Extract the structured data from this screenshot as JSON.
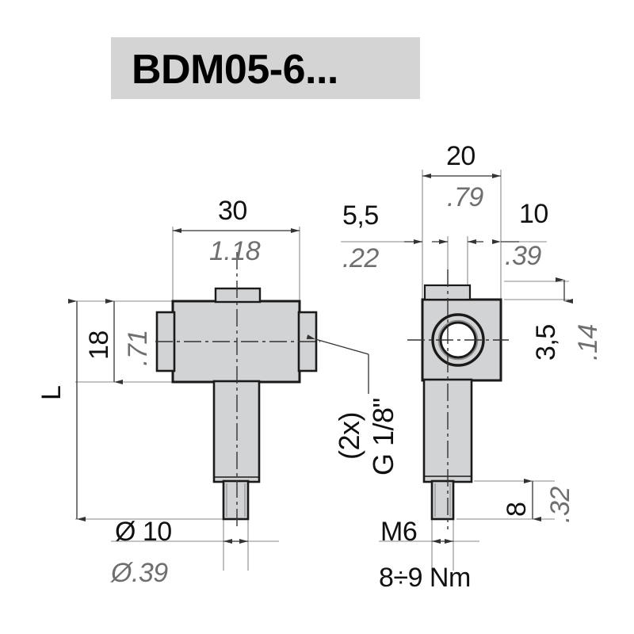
{
  "header": {
    "title": "BDM05-6..."
  },
  "drawing": {
    "type": "technical-dimension-drawing",
    "views": [
      {
        "name": "front-view",
        "description": "front elevation of sensor body with shaft"
      },
      {
        "name": "side-view",
        "description": "side elevation with port bore"
      }
    ],
    "colors": {
      "banner": "#d4d4d4",
      "body_fill": "#d2d3d5",
      "outline": "#1a1a1a",
      "thin_line": "#7a7a7a",
      "metric_text": "#111111",
      "imperial_text": "#6f6f6f"
    }
  },
  "dimensions": {
    "front_width_metric": "30",
    "front_width_imperial": "1.18",
    "body_height_metric": "18",
    "body_height_imperial": ".71",
    "overall_length_label": "L",
    "shaft_dia_metric": "Ø 10",
    "shaft_dia_imperial": "Ø.39",
    "port_callout": "G 1/8\"",
    "port_callout_qty": "(2x)",
    "side_width_metric": "20",
    "side_width_imperial": ".79",
    "side_left_offset_metric": "5,5",
    "side_left_offset_imperial": ".22",
    "side_right_offset_metric": "10",
    "side_right_offset_imperial": ".39",
    "tab_height_metric": "3,5",
    "tab_height_imperial": ".14",
    "thread_length_metric": "8",
    "thread_length_imperial": ".32",
    "thread_spec": "M6",
    "torque_spec": "8÷9 Nm"
  }
}
